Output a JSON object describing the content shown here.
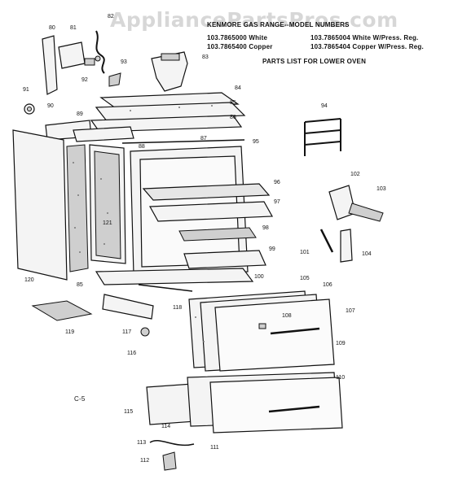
{
  "watermark": "AppliancePartsPros.com",
  "header": {
    "title": "KENMORE GAS RANGE--MODEL NUMBERS",
    "models": [
      "103.7865000 White",
      "103.7865004 White W/Press. Reg.",
      "103.7865400 Copper",
      "103.7865404 Copper W/Press. Reg."
    ],
    "parts_list_title": "PARTS LIST FOR LOWER OVEN"
  },
  "page_code": "C-5",
  "callouts": [
    "80",
    "81",
    "82",
    "83",
    "84",
    "85",
    "86",
    "87",
    "88",
    "89",
    "90",
    "91",
    "92",
    "93",
    "94",
    "95",
    "96",
    "97",
    "98",
    "99",
    "100",
    "101",
    "102",
    "103",
    "104",
    "105",
    "106",
    "107",
    "108",
    "109",
    "110",
    "111",
    "112",
    "113",
    "114",
    "115",
    "116",
    "117",
    "118",
    "119",
    "120",
    "121",
    "85"
  ],
  "icons": {
    "range": "exploded-oven-icon"
  }
}
